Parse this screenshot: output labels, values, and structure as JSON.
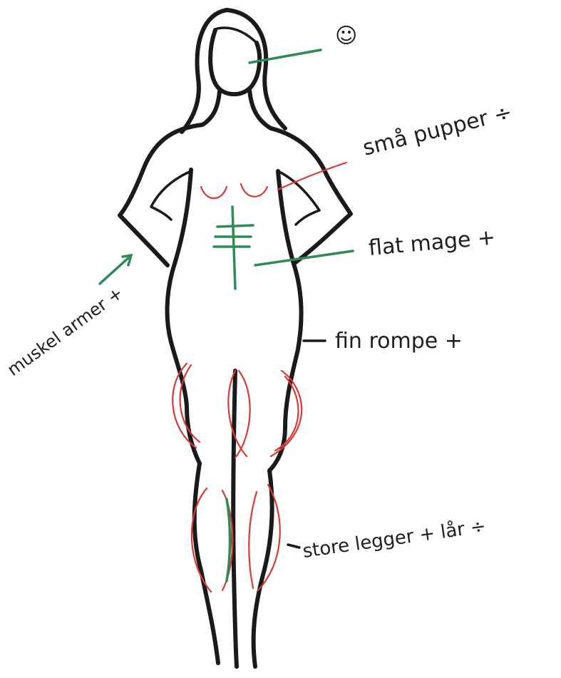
{
  "annotations": {
    "face": "☺",
    "breasts": "små pupper ÷",
    "stomach": "flat mage +",
    "arms": "muskel armer +",
    "butt": "fin rompe +",
    "legs": "store legger + lår ÷"
  },
  "colors": {
    "outline": "#1a1a1a",
    "negative": "#d83a3a",
    "positive": "#2e8b57"
  }
}
